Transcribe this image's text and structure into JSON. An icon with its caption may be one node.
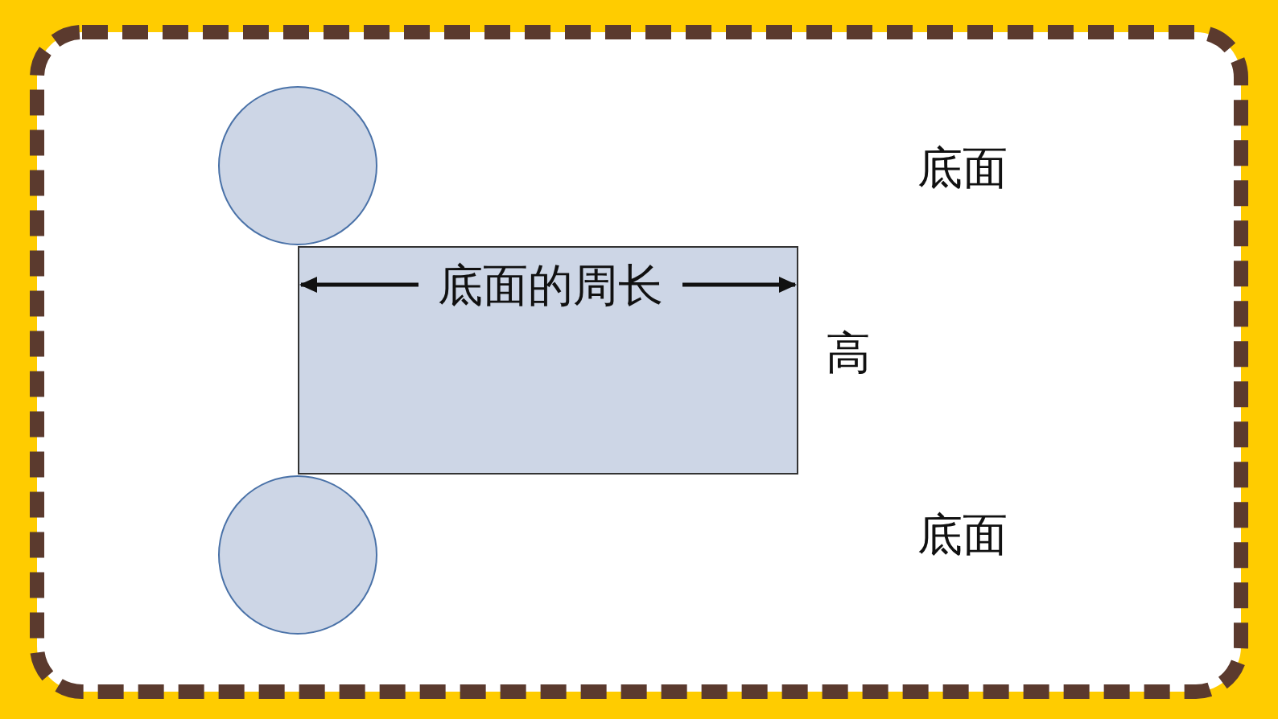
{
  "diagram": {
    "nodes": [
      {
        "text": [],
        "shape": "circle"
      },
      {
        "text": [],
        "shape": "box"
      },
      {
        "text": [],
        "shape": "circle"
      }
    ],
    "labels": [
      "底面",
      "底面的周长",
      "高",
      "底面"
    ]
  }
}
